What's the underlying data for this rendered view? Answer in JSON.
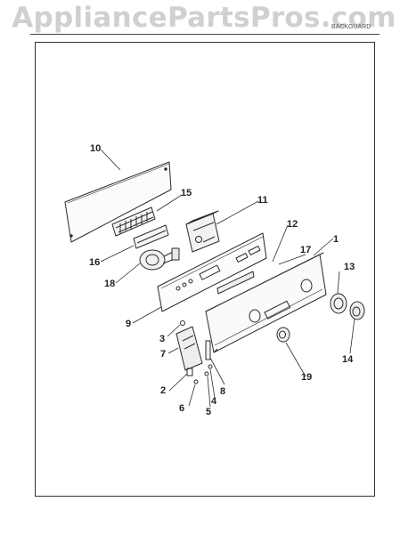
{
  "watermark": "AppliancePartsPros.com",
  "header": {
    "right": "BACKGUARD"
  },
  "colors": {
    "ink": "#2b2b2b",
    "background": "#ffffff",
    "watermark": "#aaaaaa"
  },
  "callouts": {
    "c1": "1",
    "c2": "2",
    "c3": "3",
    "c4": "4",
    "c5": "5",
    "c6": "6",
    "c7": "7",
    "c8": "8",
    "c9": "9",
    "c10": "10",
    "c11": "11",
    "c12": "12",
    "c13": "13",
    "c14": "14",
    "c15": "15",
    "c16": "16",
    "c17": "17",
    "c18": "18",
    "c19": "19"
  }
}
